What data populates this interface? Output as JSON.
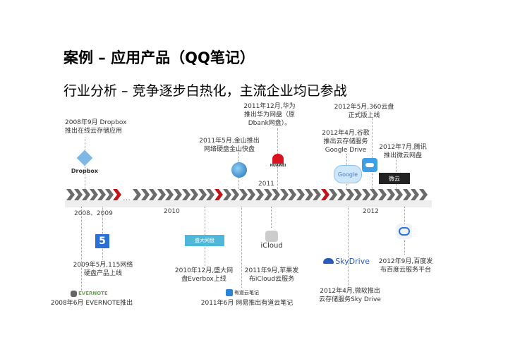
{
  "title": "案例 – 应用产品（QQ笔记）",
  "subtitle": "行业分析 – 竞争逐步白热化，主流企业均已参战",
  "years": {
    "y1": "2008、2009",
    "ellipsis": "…",
    "y2": "2010",
    "y3": "2011",
    "y4": "2012"
  },
  "events_top": [
    {
      "l1": "2008年9月 Dropbox",
      "l2": "推出在线云存储应用",
      "logo": "Dropbox"
    },
    {
      "l1": "2011年5月,金山推出",
      "l2": "网络硬盘金山快盘"
    },
    {
      "l1": "2011年12月,华为",
      "l2": "推出华为网盘（原",
      "l3": "Dbank网盘）。",
      "logo": "HUAWEI"
    },
    {
      "l1": "2012年4月,谷歌",
      "l2": "推出云存储服务",
      "l3": "Google Drive",
      "logo": "Google"
    },
    {
      "l1": "2012年5月,360云盘",
      "l2": "正式版上线"
    },
    {
      "l1": "2012年7月,腾讯",
      "l2": "推出微云网盘",
      "logo": "微云"
    }
  ],
  "events_bottom": [
    {
      "l1": "2009年5月,115网络",
      "l2": "硬盘产品上线",
      "logo": "5"
    },
    {
      "l1": "2008年6月 EVERNOTE推出",
      "logo": "EVERNOTE"
    },
    {
      "l1": "2010年12月,盛大网",
      "l2": "盘Everbox上线",
      "logo": "盛大网盘"
    },
    {
      "l1": "2011年9月,苹果发",
      "l2": "布iCloud云服务",
      "logo": "iCloud"
    },
    {
      "l1": "2011年6月 网易推出有道云笔记",
      "logo": "有道云笔记"
    },
    {
      "l1": "2012年4月,微软推出",
      "l2": "云存储服务Sky Drive",
      "logo": "SkyDrive"
    },
    {
      "l1": "2012年9月,百度发",
      "l2": "布百度云服务平台"
    }
  ],
  "colors": {
    "chevron": "#6b6b6b",
    "accent": "#c0161b"
  }
}
